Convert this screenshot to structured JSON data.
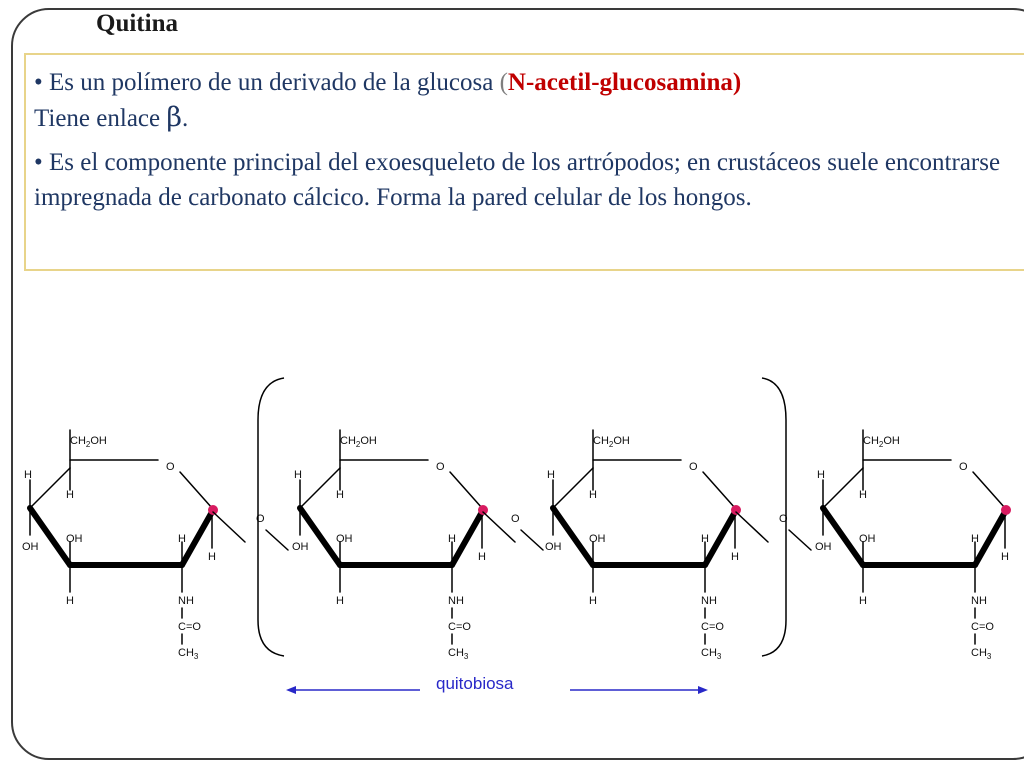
{
  "slide": {
    "title": "Quitina",
    "bullet_marker": "•",
    "para1": {
      "text_a": "Es un polímero de un derivado de la glucosa ",
      "paren_open": "(",
      "compound": "N-acetil-glucosamina)",
      "line2": "Tiene enlace ",
      "beta": "β",
      "period": "."
    },
    "para2": {
      "text": "Es el componente principal del exoesqueleto de los artrópodos; en crustáceos suele encontrarse impregnada de carbonato cálcico. Forma la pared celular de los hongos."
    }
  },
  "diagram": {
    "unit_labels": {
      "ch2oh": "CH",
      "ch2oh_sub": "2",
      "ch2oh_tail": "OH",
      "ring_o": "O",
      "h": "H",
      "oh": "OH",
      "nh": "NH",
      "co": "C=O",
      "ch3": "CH",
      "ch3_sub": "3"
    },
    "bridge_o": "O",
    "caption": "quitobiosa",
    "colors": {
      "bond": "#000000",
      "anomeric_dot": "#d81b60",
      "arrow": "#2828c8",
      "text_box_border": "#e8d48a",
      "body_text": "#1f3763",
      "highlight": "#c00000"
    }
  }
}
